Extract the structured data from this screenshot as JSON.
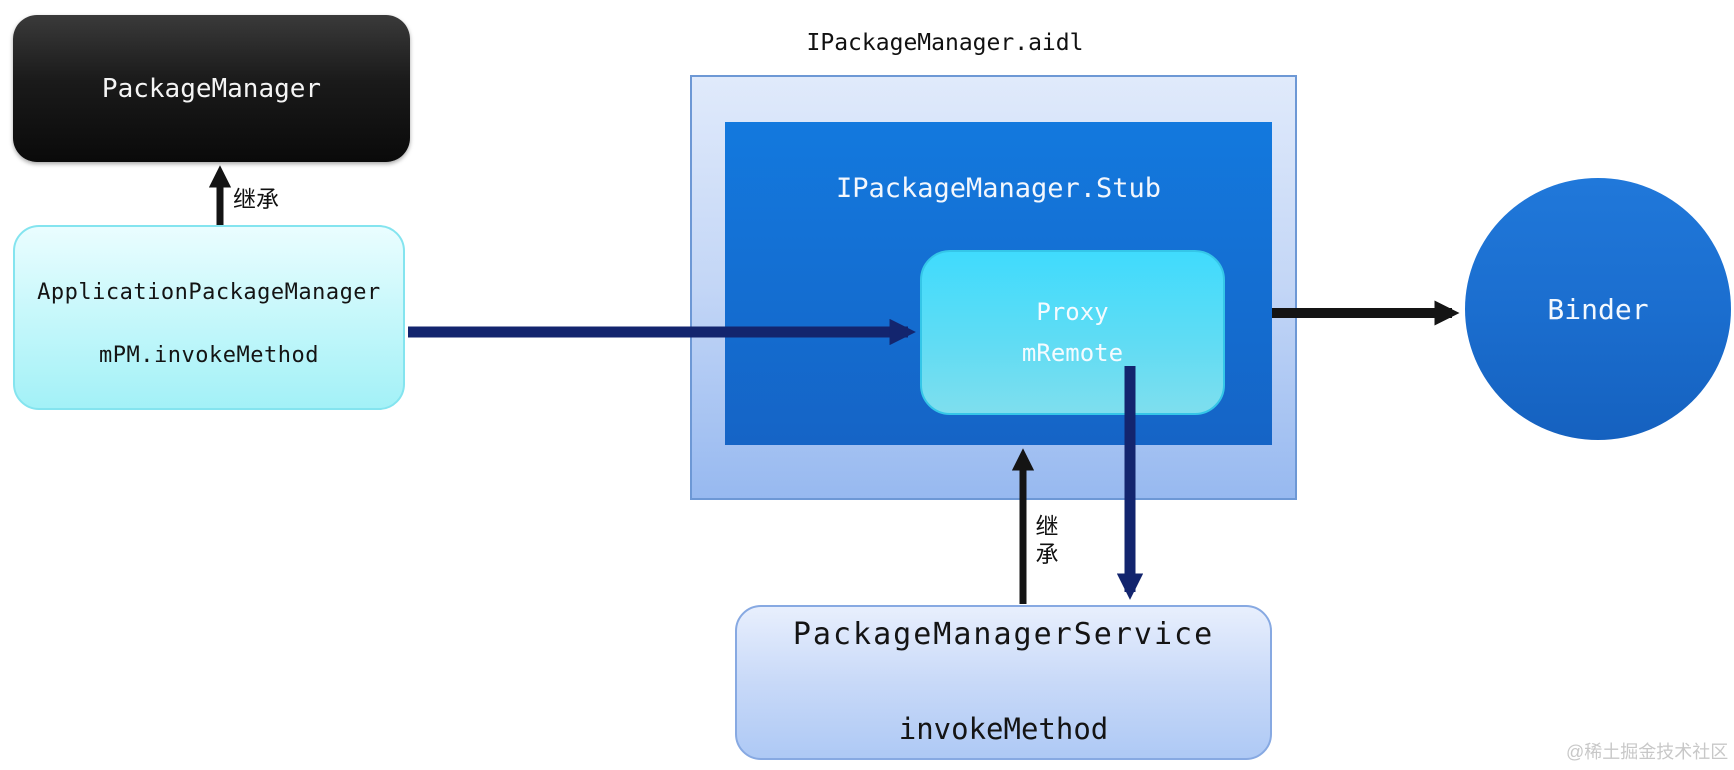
{
  "title": "IPackageManager.aidl",
  "nodes": {
    "package_manager": {
      "label": "PackageManager"
    },
    "application_package_manager": {
      "label": "ApplicationPackageManager",
      "sublabel": "mPM.invokeMethod"
    },
    "stub": {
      "label": "IPackageManager.Stub"
    },
    "proxy": {
      "label": "Proxy",
      "sublabel": "mRemote"
    },
    "binder": {
      "label": "Binder"
    },
    "package_manager_service": {
      "label": "PackageManagerService",
      "sublabel": "invokeMethod"
    }
  },
  "edge_labels": {
    "inherit_top_left": "继承",
    "inherit_bottom": "继承"
  },
  "watermark": "@稀土掘金技术社区",
  "colors": {
    "node_black": "#141414",
    "node_cyan": "#a3f1f7",
    "outer_box_blue": "#97b9f0",
    "stub_blue": "#1373d8",
    "proxy_cyan": "#40dbfd",
    "binder_blue": "#1b6ecf",
    "service_blue": "#aec9f5",
    "arrow_navy": "#13256e",
    "arrow_black": "#141414",
    "watermark_gray": "#c8c8c8"
  }
}
